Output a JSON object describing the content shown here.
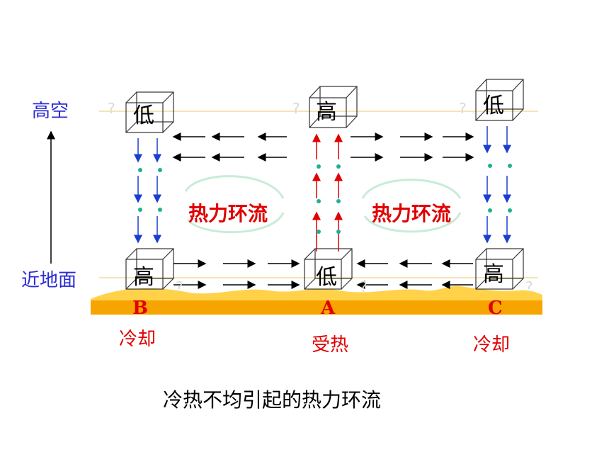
{
  "labels": {
    "high_altitude": "高空",
    "near_ground": "近地面",
    "caption": "冷热不均引起的热力环流"
  },
  "pressure": {
    "top": [
      "低",
      "高",
      "低"
    ],
    "bottom": [
      "高",
      "低",
      "高"
    ]
  },
  "locations": [
    {
      "letter": "B",
      "state": "冷却"
    },
    {
      "letter": "A",
      "state": "受热"
    },
    {
      "letter": "C",
      "state": "冷却"
    }
  ],
  "circulation": [
    "热力环流",
    "热力环流"
  ],
  "colors": {
    "accent_red": "#e00000",
    "accent_blue": "#2b2bd6",
    "ground_orange": "#f6a500",
    "ground_yellow": "#ffd24a",
    "dot_teal": "#20b090"
  }
}
